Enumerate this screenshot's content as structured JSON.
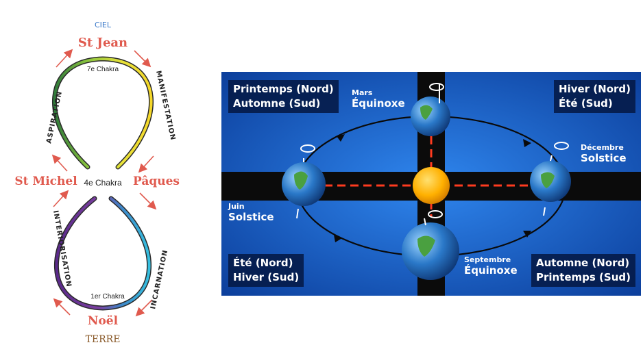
{
  "left_diagram": {
    "top": "CIEL",
    "bottom": "TERRE",
    "st_jean": "St Jean",
    "st_michel": "St Michel",
    "paques": "Pâques",
    "noel": "Noël",
    "chakra_7": "7e Chakra",
    "chakra_4": "4e Chakra",
    "chakra_1": "1er Chakra",
    "aspiration": "ASPIRATION",
    "manifestation": "MANIFESTATION",
    "interiorisation": "INTERIORISATION",
    "incarnation": "INCARNATION",
    "colors": {
      "ciel": "#3a78c8",
      "feast": "#e05a4e",
      "terre": "#8a5a2a",
      "upper_green": "#8cc63e",
      "upper_yellow": "#f2e23a",
      "lower_purple": "#7a3fa0",
      "lower_blue": "#36a8d8"
    }
  },
  "right_diagram": {
    "top_left": {
      "line1": "Printemps (Nord)",
      "line2": "Automne (Sud)"
    },
    "top_right": {
      "line1": "Hiver (Nord)",
      "line2": "Été (Sud)"
    },
    "bottom_left": {
      "line1": "Été (Nord)",
      "line2": "Hiver (Sud)"
    },
    "bottom_right": {
      "line1": "Automne (Nord)",
      "line2": "Printemps (Sud)"
    },
    "mars": {
      "month": "Mars",
      "event": "Équinoxe"
    },
    "decembre": {
      "month": "Décembre",
      "event": "Solstice"
    },
    "juin": {
      "month": "Juin",
      "event": "Solstice"
    },
    "septembre": {
      "month": "Septembre",
      "event": "Équinoxe"
    },
    "colors": {
      "background": "#1f6fd6",
      "band": "#0b0b0b",
      "sun": "#ffb000",
      "dashed": "#ff3b1f"
    }
  }
}
